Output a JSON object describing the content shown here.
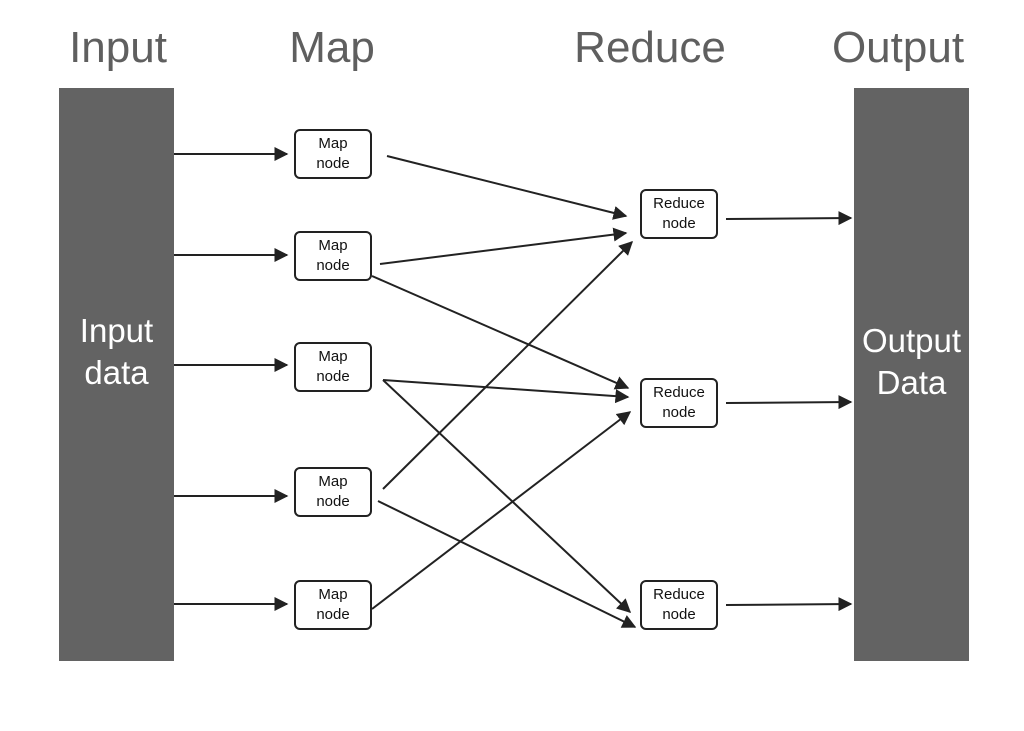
{
  "headers": {
    "input": "Input",
    "map": "Map",
    "reduce": "Reduce",
    "output": "Output"
  },
  "input_bar": {
    "line1": "Input",
    "line2": "data"
  },
  "output_bar": {
    "line1": "Output",
    "line2": "Data"
  },
  "map_nodes": [
    {
      "line1": "Map",
      "line2": "node"
    },
    {
      "line1": "Map",
      "line2": "node"
    },
    {
      "line1": "Map",
      "line2": "node"
    },
    {
      "line1": "Map",
      "line2": "node"
    },
    {
      "line1": "Map",
      "line2": "node"
    }
  ],
  "reduce_nodes": [
    {
      "line1": "Reduce",
      "line2": "node"
    },
    {
      "line1": "Reduce",
      "line2": "node"
    },
    {
      "line1": "Reduce",
      "line2": "node"
    }
  ],
  "colors": {
    "bar": "#636363",
    "header": "#5f5f5f",
    "line": "#222222"
  }
}
